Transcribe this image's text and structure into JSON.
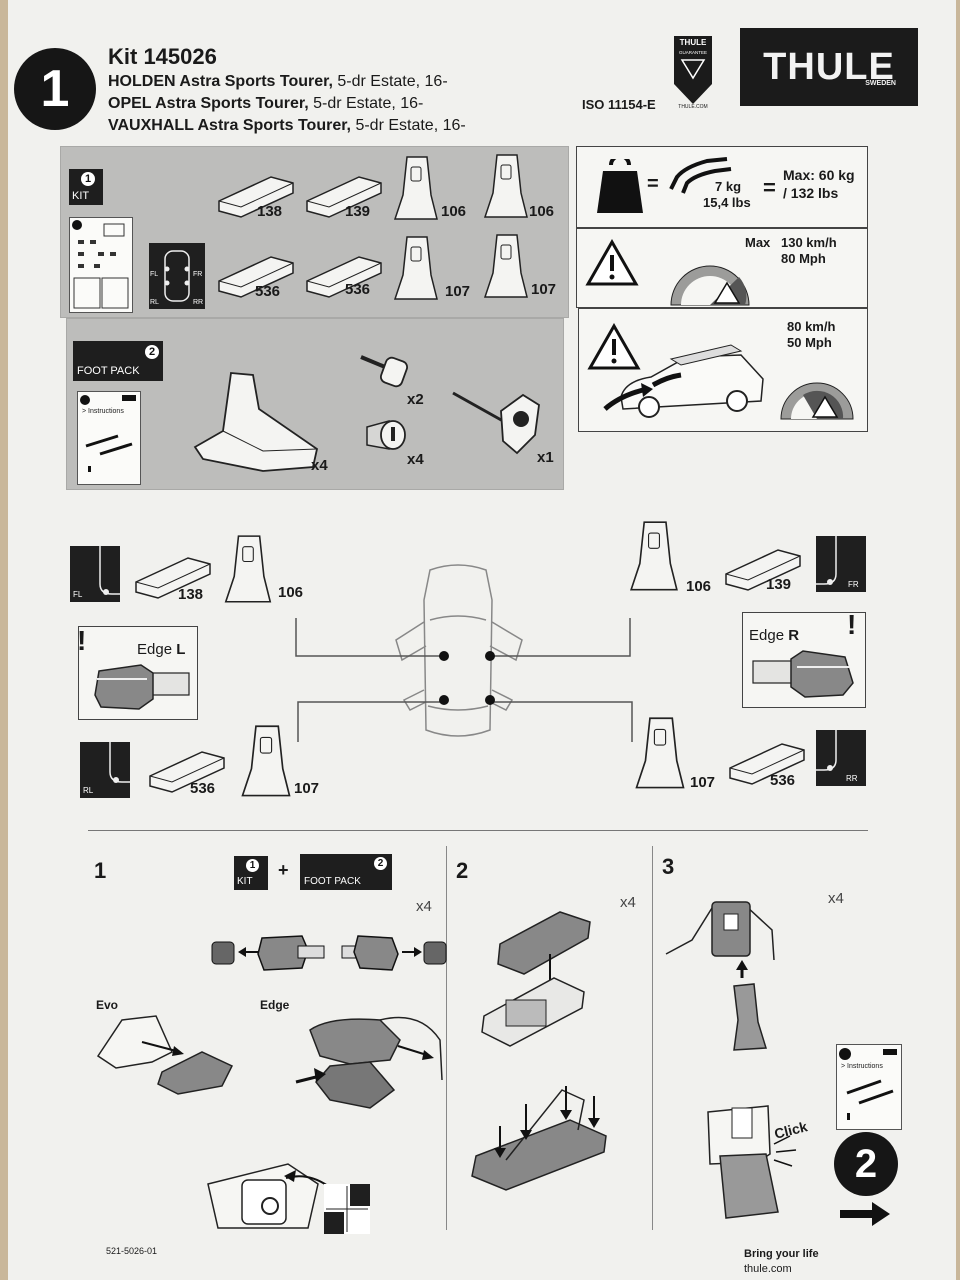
{
  "header": {
    "step_number": "1",
    "kit_title": "Kit 145026",
    "vehicles": [
      {
        "model": "HOLDEN Astra Sports Tourer,",
        "variant": " 5-dr Estate, 16-"
      },
      {
        "model": "OPEL Astra Sports Tourer,",
        "variant": " 5-dr Estate, 16-"
      },
      {
        "model": "VAUXHALL Astra Sports Tourer,",
        "variant": " 5-dr Estate, 16-"
      }
    ],
    "iso": "ISO 11154-E",
    "guarantee_badge_top": "THULE",
    "guarantee_badge_mid": "GUARANTEE",
    "guarantee_badge_bottom": "THULE.COM",
    "brand": "THULE",
    "brand_sub": "SWEDEN"
  },
  "kit_panel": {
    "kit_label": "KIT",
    "kit_num": "1",
    "parts_row1": [
      "138",
      "139",
      "106",
      "106"
    ],
    "parts_row2": [
      "536",
      "536",
      "107",
      "107"
    ],
    "pos_labels": [
      "FL",
      "FR",
      "RL",
      "RR"
    ]
  },
  "foot_pack_panel": {
    "label": "FOOT PACK",
    "num": "2",
    "instructions": "> Instructions",
    "qty_foot": "x4",
    "qty_key": "x2",
    "qty_lock": "x4",
    "qty_tool": "x1"
  },
  "warnings": {
    "load_weight": "7 kg",
    "load_weight_lbs": "15,4 lbs",
    "eq": "=",
    "max_load": "Max: 60 kg",
    "max_load_lbs": "/ 132 lbs",
    "max_label": "Max",
    "speed_kmh": "130 km/h",
    "speed_mph": "80 Mph",
    "loaded_kmh": "80 km/h",
    "loaded_mph": "50 Mph"
  },
  "placement": {
    "fl": {
      "pos": "FL",
      "pad": "138",
      "foot": "106"
    },
    "fr": {
      "pos": "FR",
      "pad": "139",
      "foot": "106"
    },
    "rl": {
      "pos": "RL",
      "pad": "536",
      "foot": "107"
    },
    "rr": {
      "pos": "RR",
      "pad": "536",
      "foot": "107"
    },
    "edge_l": "Edge",
    "edge_l_side": "L",
    "edge_r": "Edge",
    "edge_r_side": "R"
  },
  "steps": {
    "s1": "1",
    "s2": "2",
    "s3": "3",
    "kit_label": "KIT",
    "foot_pack_label": "FOOT PACK",
    "plus": "+",
    "qty": "x4",
    "evo": "Evo",
    "edge": "Edge",
    "click": "Click",
    "instructions": "> Instructions",
    "next_step": "2"
  },
  "footer": {
    "doc_number": "521-5026-01",
    "tagline": "Bring your life",
    "url": "thule.com"
  }
}
